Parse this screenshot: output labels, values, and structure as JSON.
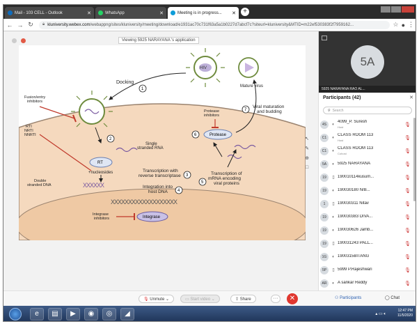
{
  "browser": {
    "tabs": [
      {
        "label": "Mail - 103 CELL - Outlook",
        "icon_color": "#0f6cbd"
      },
      {
        "label": "WhatsApp",
        "icon_color": "#25d366"
      },
      {
        "label": "Meeting is in progress...",
        "icon_color": "#0e9cd8"
      }
    ],
    "url_host": "kluniversity.webex.com",
    "url_rest": "/webappng/sites/kluniversity/meeting/download/e1931ac70c731f63a5a1b0227d7abcf7c?siteurl=kluniversity&MTID=m22ef530383f2f7959162..."
  },
  "share": {
    "viewing_label": "Viewing 5925 NARAYANA   's application"
  },
  "diagram": {
    "hiv": "HIV",
    "mature": "Mature virus",
    "docking": "Docking",
    "fusion": "Fusion/entry\ninhibitors",
    "protease_inh": "Protease\ninhibitors",
    "viral_maturation": "Viral maturation\nand budding",
    "protease": "Protease",
    "rti": "RTI\nNRTI\nNNRTI",
    "single_rna": "Single\nstranded RNA",
    "rt": "RT",
    "nucleosides": "+nucleosides",
    "transcription_rt": "Transcription with\nreverse transcriptase",
    "double_dna": "Double\nstranded DNA",
    "integration": "Integration into\nhost DNA",
    "transcription_mrna": "Transcription of\nmRNA encoding\nviral proteins",
    "integrase_inh": "Integrase\ninhibitors",
    "integrase": "Integrase",
    "steps": [
      "1",
      "2",
      "3",
      "4",
      "5",
      "6",
      "7"
    ]
  },
  "panel": {
    "self_initials": "5A",
    "self_name": "5925 NARAYANA RAO AL...",
    "title": "Participants (42)",
    "search_placeholder": "Search",
    "participants": [
      {
        "initials": "4S",
        "device": "◐",
        "name": "4099_P. Suresh",
        "sub": "Host"
      },
      {
        "initials": "C1",
        "device": "◐",
        "name": "CLASS ROOM 113",
        "sub": "Host"
      },
      {
        "initials": "C1",
        "device": "◐",
        "name": "CLASS ROOM 113",
        "sub": "Cohost"
      },
      {
        "initials": "5A",
        "device": "◐",
        "name": "5925 NARAYANA",
        "sub": ""
      },
      {
        "initials": "19",
        "device": "▯",
        "name": "190010114kusum...",
        "sub": ""
      },
      {
        "initials": "19",
        "device": "◐",
        "name": "190030180 N/B...",
        "sub": ""
      },
      {
        "initials": "1",
        "device": "▯",
        "name": "190030311 Nitav",
        "sub": ""
      },
      {
        "initials": "19",
        "device": "◐",
        "name": "190030383 DIVA...",
        "sub": ""
      },
      {
        "initials": "19",
        "device": "◐",
        "name": "190030626 Jamb...",
        "sub": ""
      },
      {
        "initials": "19",
        "device": "▯",
        "name": "190031243 PALL...",
        "sub": ""
      },
      {
        "initials": "1G",
        "device": "◐",
        "name": "1900315BITANG",
        "sub": ""
      },
      {
        "initials": "5P",
        "device": "▯",
        "name": "5999 P.Rajeshwari",
        "sub": ""
      },
      {
        "initials": "AR",
        "device": "◐",
        "name": "A sankar Reddy",
        "sub": ""
      }
    ]
  },
  "controls": {
    "unmute": "Unmute",
    "start_video": "Start video",
    "share": "Share",
    "more": "···",
    "end": "✕",
    "participants": "Participants",
    "chat": "Chat"
  },
  "taskbar": {
    "time": "12:47 PM",
    "date": "11/5/2020"
  }
}
